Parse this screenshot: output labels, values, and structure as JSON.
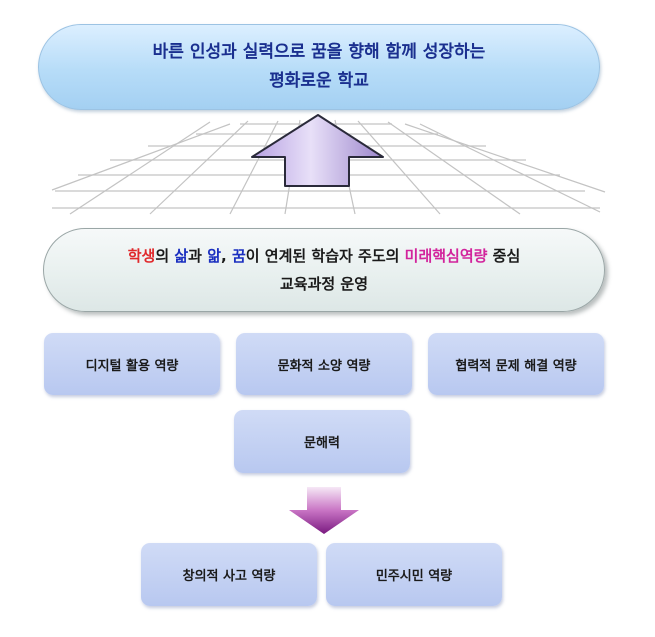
{
  "vision": {
    "line1": "바른 인성과 실력으로 꿈을 향해 함께 성장하는",
    "line2": "평화로운 학교"
  },
  "core": {
    "line1": [
      {
        "text": "학생",
        "tone": "red"
      },
      {
        "text": "의 ",
        "tone": "plain"
      },
      {
        "text": "삶",
        "tone": "blue"
      },
      {
        "text": "과 ",
        "tone": "plain"
      },
      {
        "text": "앎",
        "tone": "blue"
      },
      {
        "text": ", ",
        "tone": "plain"
      },
      {
        "text": "꿈",
        "tone": "blue"
      },
      {
        "text": "이 연계된 학습자 주도의 ",
        "tone": "plain"
      },
      {
        "text": "미래핵심역량",
        "tone": "pink"
      },
      {
        "text": " 중심",
        "tone": "plain"
      }
    ],
    "line2": "교육과정 운영"
  },
  "competencies": {
    "digital": "디지털 활용 역량",
    "culture": "문화적 소양 역량",
    "collab": "협력적 문제 해결 역량",
    "literacy": "문해력",
    "creative": "창의적 사고 역량",
    "citizen": "민주시민 역량"
  },
  "colors": {
    "red": "#e0292c",
    "blue": "#1a2fc0",
    "pink": "#d2249c",
    "plain": "#1a1a1a"
  }
}
